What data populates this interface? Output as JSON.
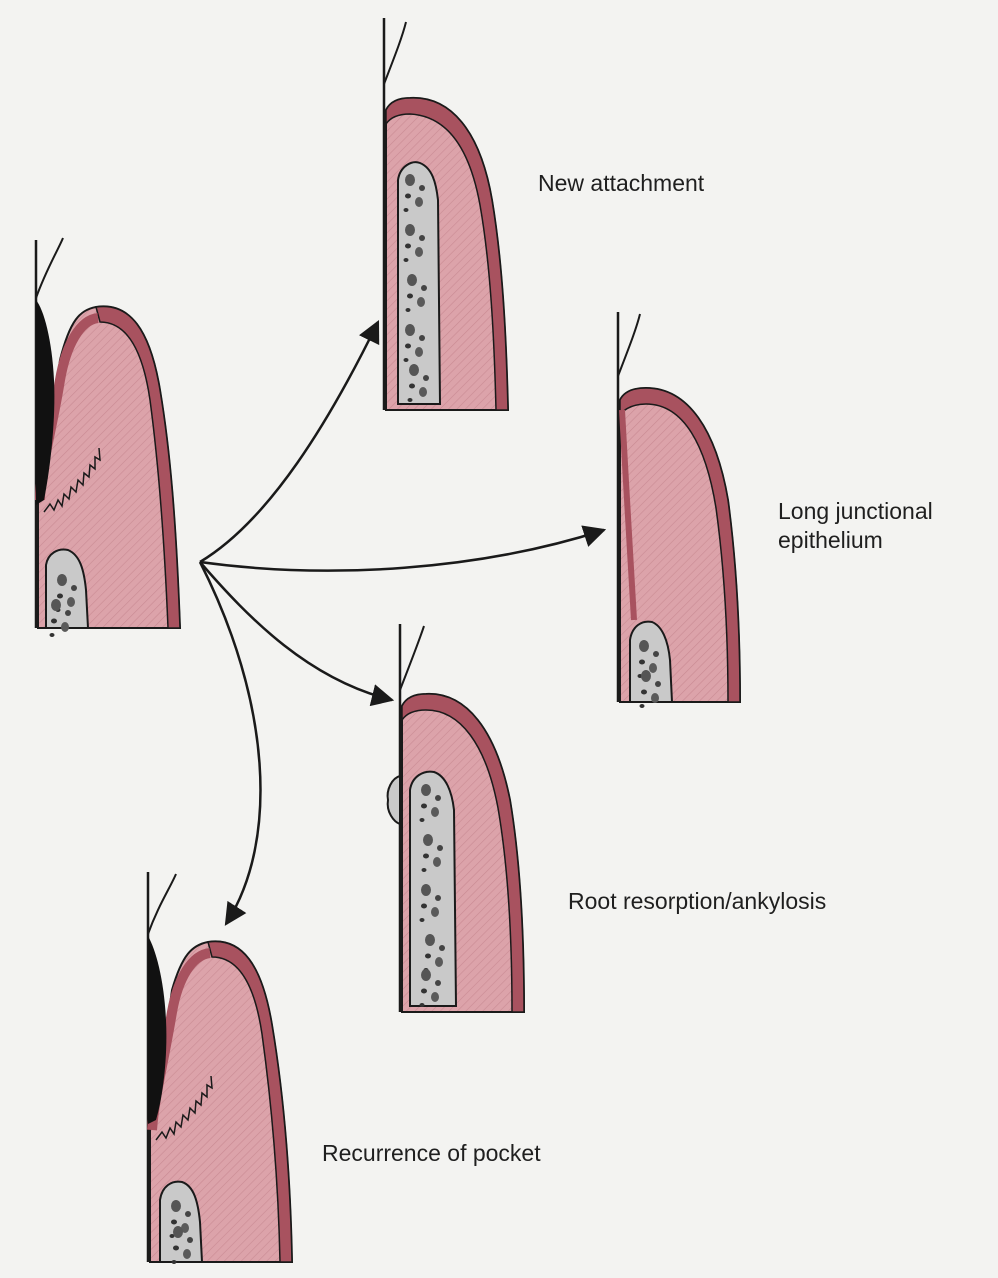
{
  "labels": {
    "new_attachment": "New attachment",
    "long_junctional_line1": "Long junctional",
    "long_junctional_line2": "epithelium",
    "root_resorption": "Root resorption/ankylosis",
    "recurrence": "Recurrence of pocket"
  },
  "colors": {
    "background": "#f3f3f1",
    "gingiva_fill": "#dca3aa",
    "epithelium_fill": "#a8525f",
    "bone_fill": "#c9c9c9",
    "calculus": "#111111",
    "line": "#1a1a1a"
  }
}
